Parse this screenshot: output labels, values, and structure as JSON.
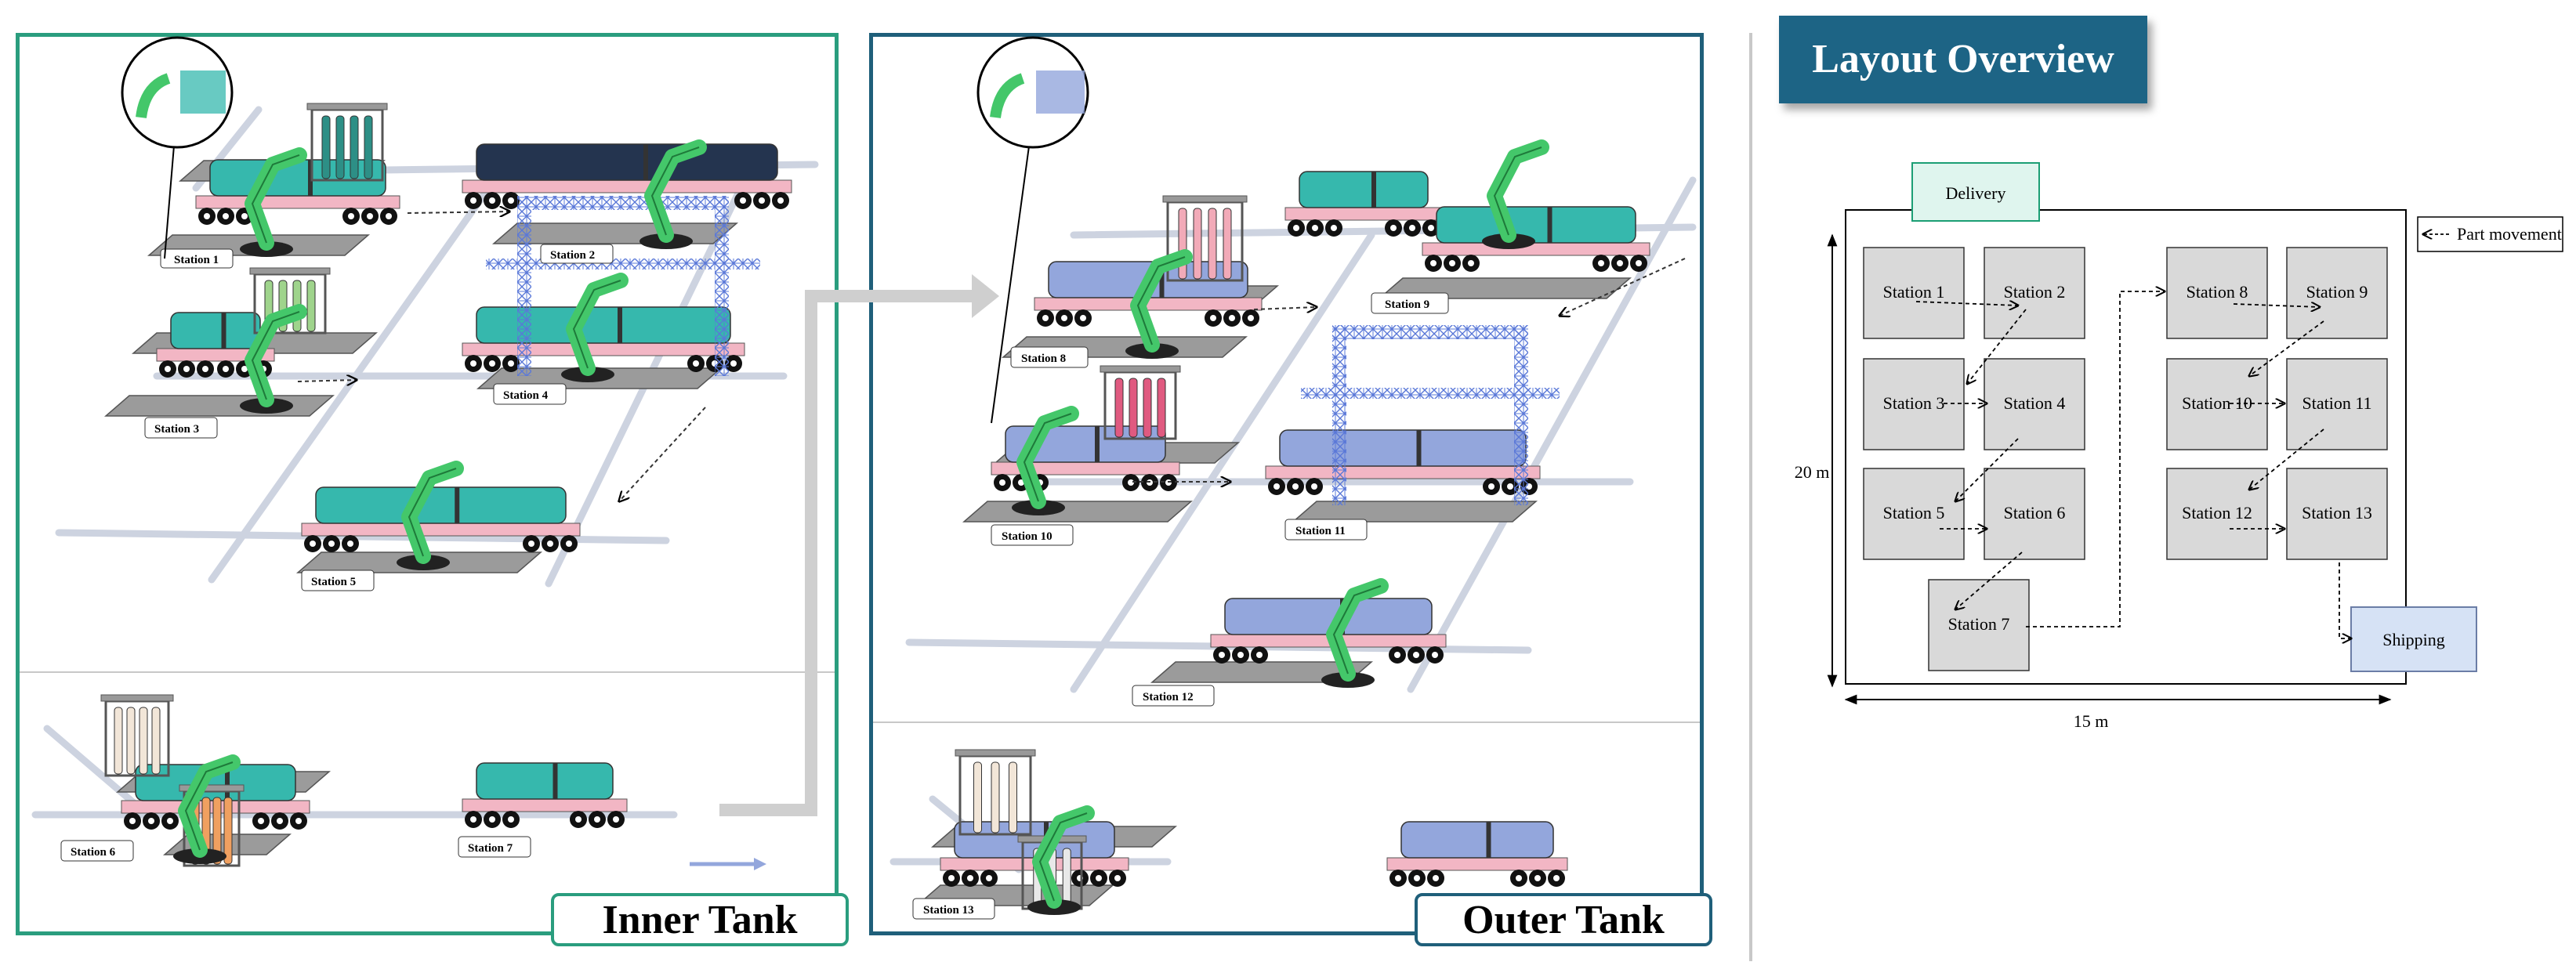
{
  "colors": {
    "inner_border": "#2a9d7e",
    "outer_border": "#1f5f7a",
    "title_bg": "#1d6485",
    "robot_green": "#44c76a",
    "tank_teal": "#36b8ad",
    "tank_blue": "#93a6dc",
    "floor_gray": "#cdd3e0",
    "platform_gray": "#9b9b9b",
    "delivery_fill": "#dff5ee",
    "shipping_fill": "#d6e2f5",
    "station_fill": "#d9d9d9",
    "gantry_blue": "#5a78d8",
    "arrow_gray": "#cfcfcf",
    "pink_rail": "#f2b6c4"
  },
  "diagram": {
    "inner_tank_label": "Inner Tank",
    "outer_tank_label": "Outer Tank",
    "inner_stations": [
      "Station 1",
      "Station 2",
      "Station 3",
      "Station 4",
      "Station 5",
      "Station 6",
      "Station 7"
    ],
    "outer_stations": [
      "Station 8",
      "Station 9",
      "Station 10",
      "Station 11",
      "Station 12",
      "Station 13"
    ]
  },
  "layout_overview": {
    "title": "Layout Overview",
    "delivery": "Delivery",
    "shipping": "Shipping",
    "legend": "Part movement",
    "dimension_width": "15 m",
    "dimension_height": "20 m",
    "stations": [
      {
        "name": "Station 1",
        "col": 0,
        "row": 0
      },
      {
        "name": "Station 2",
        "col": 1,
        "row": 0
      },
      {
        "name": "Station 3",
        "col": 0,
        "row": 1
      },
      {
        "name": "Station 4",
        "col": 1,
        "row": 1
      },
      {
        "name": "Station 5",
        "col": 0,
        "row": 2
      },
      {
        "name": "Station 6",
        "col": 1,
        "row": 2
      },
      {
        "name": "Station 7",
        "col": 0.55,
        "row": 3
      },
      {
        "name": "Station 8",
        "col": 2,
        "row": 0
      },
      {
        "name": "Station 9",
        "col": 3,
        "row": 0
      },
      {
        "name": "Station 10",
        "col": 2,
        "row": 1
      },
      {
        "name": "Station 11",
        "col": 3,
        "row": 1
      },
      {
        "name": "Station 12",
        "col": 2,
        "row": 2
      },
      {
        "name": "Station 13",
        "col": 3,
        "row": 2
      }
    ]
  }
}
